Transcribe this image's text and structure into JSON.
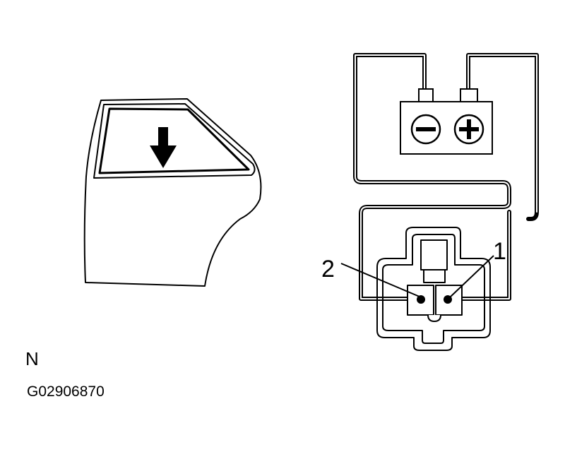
{
  "figure": {
    "code": "G02906870",
    "letter": "N"
  },
  "connector": {
    "terminal_1_label": "1",
    "terminal_2_label": "2"
  },
  "battery": {
    "negative_symbol": "minus-icon",
    "positive_symbol": "plus-icon"
  },
  "door": {
    "arrow": "arrow-down-icon"
  }
}
